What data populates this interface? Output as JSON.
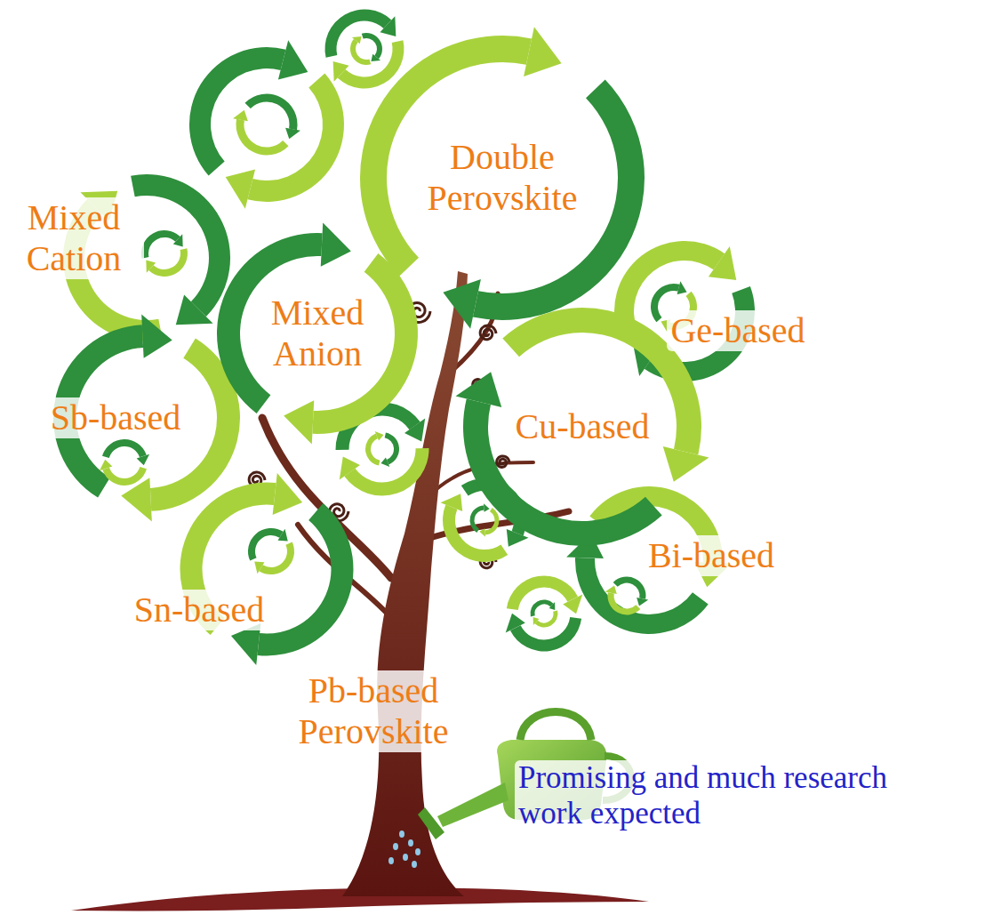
{
  "diagram": {
    "nodes": [
      {
        "text": [
          "Double Perovskite"
        ]
      },
      {
        "text": [
          "Mixed Anion"
        ]
      },
      {
        "text": [
          "Cu-based"
        ]
      }
    ],
    "labels": [
      "Mixed Cation",
      "Ge-based",
      "Sb-based",
      "Bi-based",
      "Sn-based",
      "Pb-based Perovskite",
      "Promising and much research work expected"
    ]
  }
}
